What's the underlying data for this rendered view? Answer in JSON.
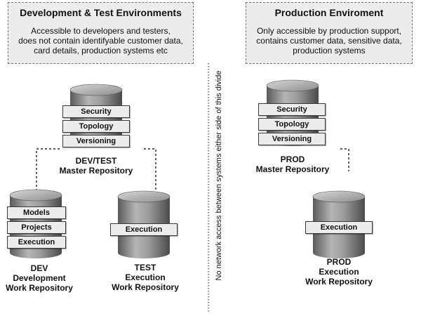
{
  "dev_box": {
    "title": "Development & Test Environments",
    "lines": [
      "Accessible to developers and testers,",
      "does not contain identifyable customer data,",
      "card details, production systems etc"
    ]
  },
  "prod_box": {
    "title": "Production Enviroment",
    "lines": [
      "Only accessible by production support,",
      "contains customer data, sensitive data,",
      "production systems"
    ]
  },
  "divider_label": "No network access between systems either side of this divide",
  "master_dev": {
    "layers": [
      "Security",
      "Topology",
      "Versioning"
    ],
    "label": [
      "DEV/TEST",
      "Master Repository"
    ]
  },
  "dev_work": {
    "layers": [
      "Models",
      "Projects",
      "Execution"
    ],
    "label": [
      "DEV",
      "Development",
      "Work Repository"
    ]
  },
  "test_work": {
    "layers": [
      "Execution"
    ],
    "label": [
      "TEST",
      "Execution",
      "Work Repository"
    ]
  },
  "master_prod": {
    "layers": [
      "Security",
      "Topology",
      "Versioning"
    ],
    "label": [
      "PROD",
      "Master Repository"
    ]
  },
  "prod_work": {
    "layers": [
      "Execution"
    ],
    "label": [
      "PROD",
      "Execution",
      "Work Repository"
    ]
  }
}
